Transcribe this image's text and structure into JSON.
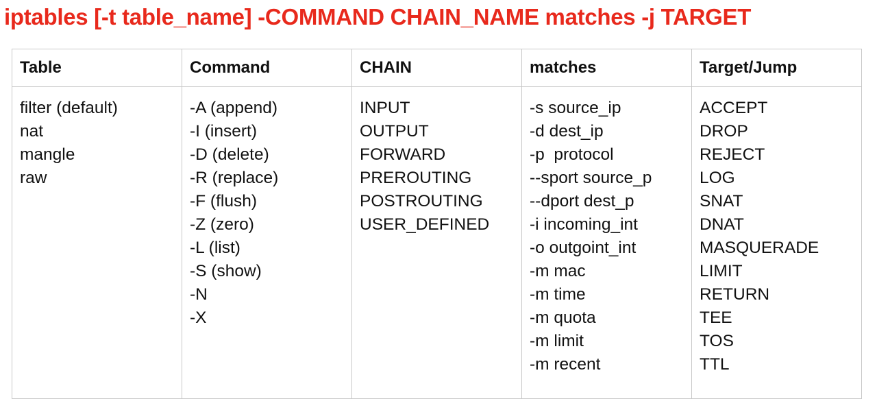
{
  "title": "iptables [-t table_name] -COMMAND CHAIN_NAME matches -j TARGET",
  "colors": {
    "title": "#e8291c",
    "border": "#c8c8c8",
    "text": "#111111"
  },
  "table": {
    "headers": [
      "Table",
      "Command",
      "CHAIN",
      "matches",
      "Target/Jump"
    ],
    "columns": [
      [
        "filter (default)",
        "nat",
        "mangle",
        "raw"
      ],
      [
        "-A (append)",
        "-I (insert)",
        "-D (delete)",
        "-R (replace)",
        "-F (flush)",
        "-Z (zero)",
        "-L (list)",
        "-S (show)",
        "-N",
        "-X"
      ],
      [
        "INPUT",
        "OUTPUT",
        "FORWARD",
        "PREROUTING",
        "POSTROUTING",
        "USER_DEFINED"
      ],
      [
        "-s source_ip",
        "-d dest_ip",
        "-p  protocol",
        "--sport source_p",
        "--dport dest_p",
        "-i incoming_int",
        "-o outgoint_int",
        "-m mac",
        "-m time",
        "-m quota",
        "-m limit",
        "-m recent"
      ],
      [
        "ACCEPT",
        "DROP",
        "REJECT",
        "LOG",
        "SNAT",
        "DNAT",
        "MASQUERADE",
        "LIMIT",
        "RETURN",
        "TEE",
        "TOS",
        "TTL"
      ]
    ]
  }
}
